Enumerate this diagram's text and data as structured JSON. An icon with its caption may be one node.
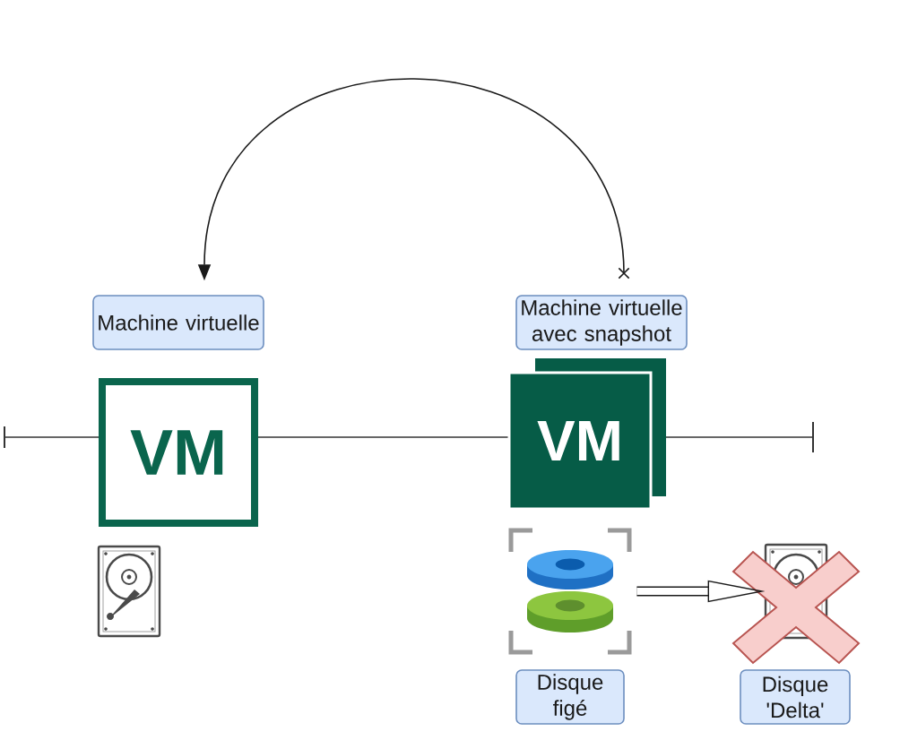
{
  "diagram": {
    "nodes": [
      {
        "text": [
          "Machine virtuelle"
        ]
      },
      {
        "text": [
          "Machine virtuelle avec snapshot"
        ]
      },
      {
        "text": [
          "VM"
        ]
      },
      {
        "text": [
          "VM"
        ]
      },
      {
        "text": [],
        "shape": "picture"
      },
      {
        "text": [],
        "shape": "picture"
      },
      {
        "text": [],
        "shape": "picture"
      },
      {
        "text": [
          "Disque figé"
        ]
      },
      {
        "text": [
          "Disque 'Delta'"
        ]
      }
    ],
    "edges": [
      {
        "from": 1,
        "to": 0,
        "arrow": "to"
      },
      {
        "from": 5,
        "to": 6,
        "arrow": "to",
        "style": "thick"
      }
    ]
  }
}
